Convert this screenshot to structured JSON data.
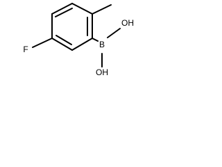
{
  "molecule": {
    "labels": {
      "fluorine": "F",
      "boron": "B",
      "hydroxyl_top": "OH",
      "hydroxyl_bottom": "OH"
    }
  },
  "colors": {
    "background": "#ffffff",
    "bond": "#000000",
    "text": "#000000"
  }
}
